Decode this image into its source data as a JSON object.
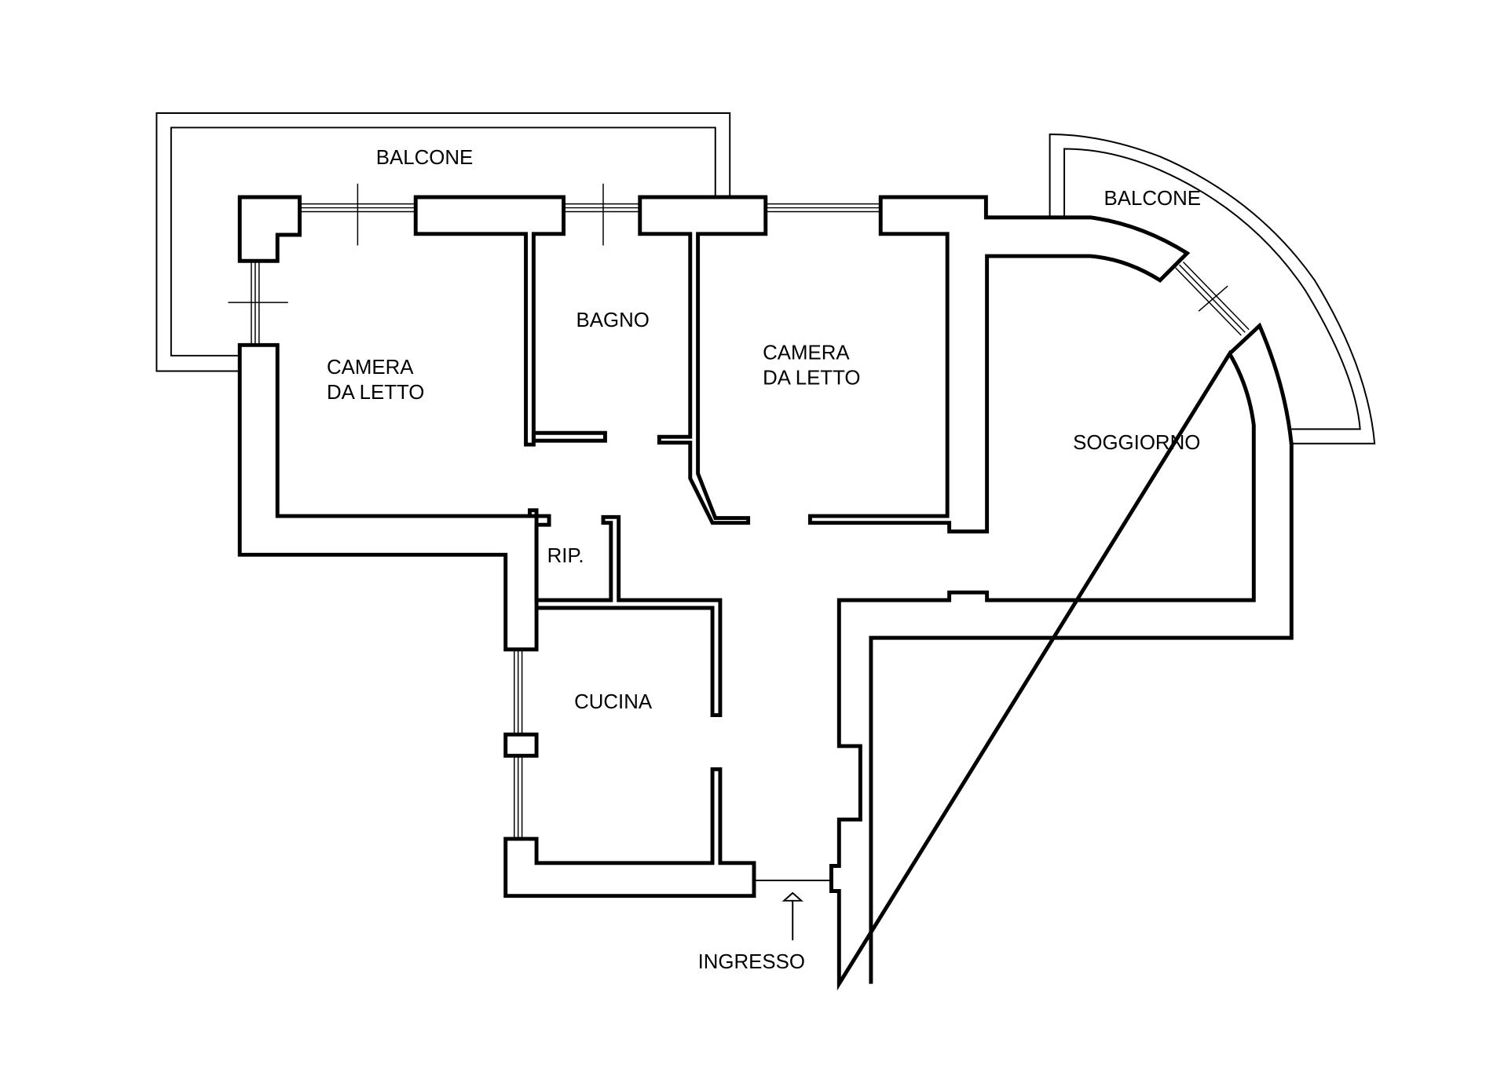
{
  "plan": {
    "rooms": {
      "balcone_left": "BALCONE",
      "balcone_right": "BALCONE",
      "bagno": "BAGNO",
      "camera1_line1": "CAMERA",
      "camera1_line2": "DA LETTO",
      "camera2_line1": "CAMERA",
      "camera2_line2": "DA LETTO",
      "soggiorno": "SOGGIORNO",
      "ripostiglio": "RIP.",
      "cucina": "CUCINA",
      "ingresso": "INGRESSO"
    },
    "colors": {
      "line": "#000000",
      "background": "#ffffff"
    }
  }
}
